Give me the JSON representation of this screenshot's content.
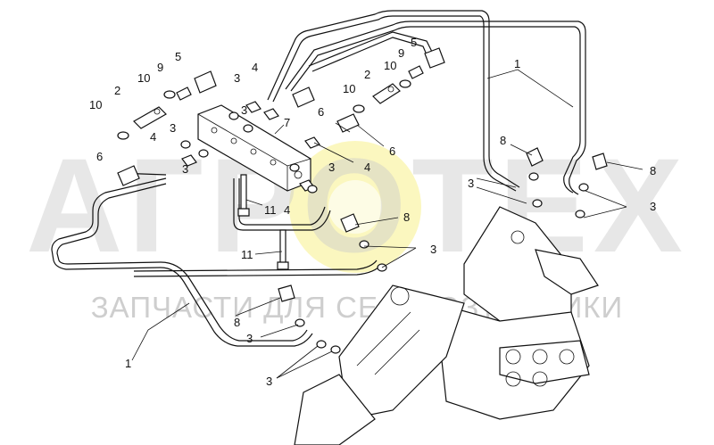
{
  "watermark": {
    "brand": "АГРОТЕХ",
    "subtitle": "ЗАПЧАСТИ ДЛЯ СЕЛЬХОЗТЕХНИКИ",
    "gear_color": "#f7f08a"
  },
  "callouts": {
    "hose_upper": "1",
    "hose_lower": "1",
    "cap_left": "2",
    "cap_right": "2",
    "washer_a": "3",
    "washer_b": "3",
    "washer_c": "3",
    "washer_d": "3",
    "washer_e": "3",
    "washer_f": "3",
    "washer_g": "3",
    "washer_h": "3",
    "washer_i": "3",
    "washer_j": "3",
    "nut_a": "4",
    "nut_b": "4",
    "nut_c": "4",
    "nut_d": "4",
    "elbow_left": "5",
    "elbow_right": "5",
    "fitting_a": "6",
    "fitting_b": "6",
    "fitting_c": "6",
    "block": "7",
    "bolt_a": "8",
    "bolt_b": "8",
    "bolt_c": "8",
    "bolt_d": "8",
    "nipple_left": "9",
    "nipple_right": "9",
    "seal_a": "10",
    "seal_b": "10",
    "seal_c": "10",
    "seal_d": "10",
    "screw_a": "11",
    "screw_b": "11"
  }
}
